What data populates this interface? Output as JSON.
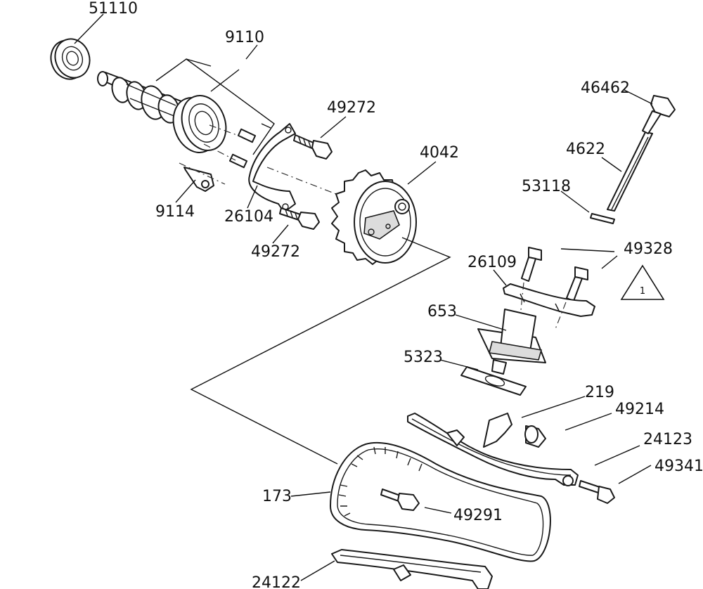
{
  "diagram": {
    "callouts": {
      "c51110": "51110",
      "c9110": "9110",
      "c49272_top": "49272",
      "c4042": "4042",
      "c9114": "9114",
      "c26104": "26104",
      "c49272_bottom": "49272",
      "c46462": "46462",
      "c4622": "4622",
      "c53118": "53118",
      "c26109": "26109",
      "c49328": "49328",
      "c653": "653",
      "c5323": "5323",
      "c219": "219",
      "c49214": "49214",
      "c24123": "24123",
      "c49341": "49341",
      "c173": "173",
      "c49291": "49291",
      "c24122": "24122"
    },
    "warning_triangle": "1"
  }
}
